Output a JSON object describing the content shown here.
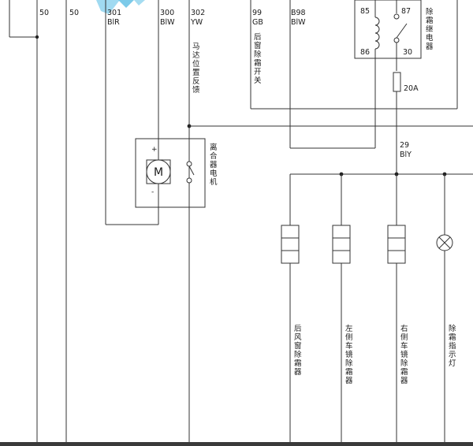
{
  "wires_top": [
    {
      "id": "50a",
      "code": "50",
      "color": ""
    },
    {
      "id": "50b",
      "code": "50",
      "color": ""
    },
    {
      "id": "301",
      "code": "301",
      "color": "BlR"
    },
    {
      "id": "300",
      "code": "300",
      "color": "BlW"
    },
    {
      "id": "302",
      "code": "302",
      "color": "YW"
    },
    {
      "id": "99",
      "code": "99",
      "color": "GB"
    },
    {
      "id": "b98",
      "code": "B98",
      "color": "BlW"
    }
  ],
  "labels": {
    "motor_feedback": "马达位置反馈",
    "rear_window_switch": "后窗除霜开关",
    "defrost_relay": "除霜继电器",
    "clutch_motor": "离合器电机",
    "relay_pin_85": "85",
    "relay_pin_87": "87",
    "relay_pin_86": "86",
    "relay_pin_30": "30",
    "fuse": "20A",
    "wire_29_code": "29",
    "wire_29_color": "BlY",
    "motor_symbol": "M",
    "motor_plus": "+",
    "motor_minus": "-",
    "load_rear_window": "后风窗除霜器",
    "load_left_mirror": "左侧车镜除霜器",
    "load_right_mirror": "右侧车镜除霜器",
    "load_indicator": "除霜指示灯"
  },
  "colors": {
    "wire": "#333333",
    "background": "#ffffff",
    "watermark": "#4fb3d9",
    "bottom_bar": "#3a3a3a"
  }
}
